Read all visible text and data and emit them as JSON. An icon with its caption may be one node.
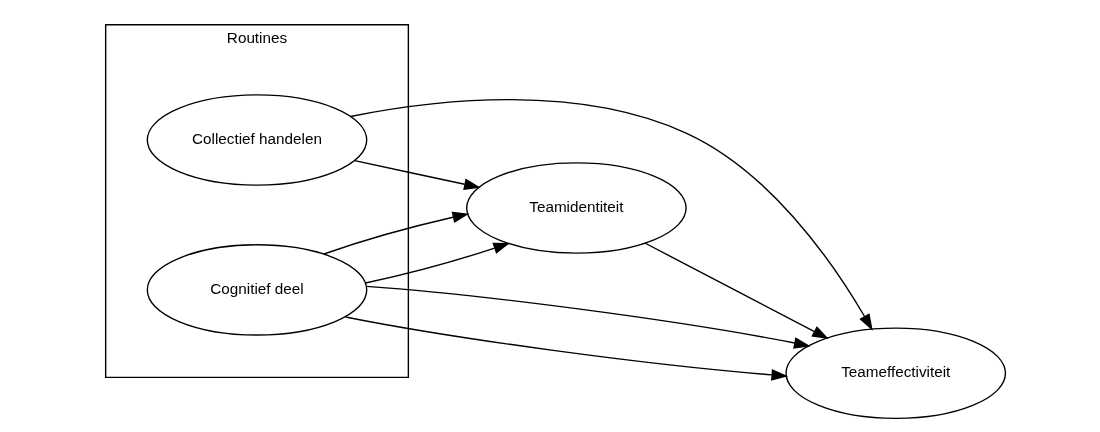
{
  "diagram": {
    "nodes": [
      {
        "text": [
          "Routines"
        ]
      },
      {
        "text": [
          "Collectief handelen"
        ],
        "in": 0
      },
      {
        "text": [
          "Cognitief deel"
        ],
        "in": 0
      },
      {
        "text": [
          "Teamidentiteit"
        ]
      },
      {
        "text": [
          "Teameffectiviteit"
        ]
      }
    ],
    "edges": [
      {
        "from": 1,
        "to": 3,
        "arrow": "to"
      },
      {
        "from": 1,
        "to": 4,
        "arrow": "to"
      },
      {
        "from": 2,
        "to": 3,
        "arrow": "to"
      },
      {
        "from": 2,
        "to": 3,
        "arrow": "to"
      },
      {
        "from": 3,
        "to": 4,
        "arrow": "to"
      },
      {
        "from": 2,
        "to": 4,
        "arrow": "to"
      },
      {
        "from": 2,
        "to": 4,
        "arrow": "to"
      }
    ]
  }
}
